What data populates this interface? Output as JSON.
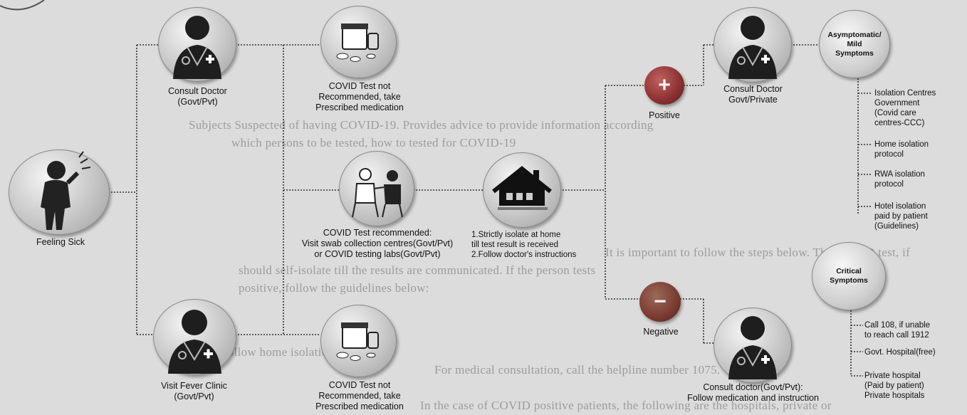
{
  "background_text": [
    "Subjects Suspected of having COVID-19. Provides advice to provide information according",
    "which persons to be tested, how to tested for COVID-19",
    "It is important to follow the steps below. The COVID test, if",
    "should self-isolate till the results are communicated. If the person tests",
    "positive, follow the guidelines below:",
    "Follow home isolation",
    "For medical consultation, call the helpline number 1075.",
    "In the case of COVID positive patients, the following are the hospitals, private or"
  ],
  "nodes": {
    "feeling_sick": "Feeling Sick",
    "consult_doctor": "Consult Doctor\n(Govt/Pvt)",
    "visit_fever_clinic": "Visit Fever Clinic\n(Govt/Pvt)",
    "test_not_recommended_top": "COVID Test not\nRecommended, take\nPrescribed medication",
    "test_recommended": "COVID Test recommended:\nVisit swab collection centres(Govt/Pvt)\nor COVID testing labs(Govt/Pvt)",
    "test_not_recommended_bottom": "COVID Test not\nRecommended, take\nPrescribed medication",
    "isolate_home": "1.Strictly isolate at home\ntill test result is received\n2.Follow doctor's instructions",
    "positive": "Positive",
    "negative": "Negative",
    "consult_doctor_private": "Consult Doctor\nGovt/Private",
    "consult_doctor_negative": "Consult doctor(Govt/Pvt):\nFollow medication and instruction",
    "asymptomatic": "Asymptomatic/\nMild\nSymptoms",
    "critical": "Critical\nSymptoms"
  },
  "mild_options": [
    "Isolation Centres\nGovernment\n(Covid care\ncentres-CCC)",
    "Home isolation\nprotocol",
    "RWA isolation\nprotocol",
    "Hotel isolation\npaid by patient\n(Guidelines)"
  ],
  "critical_options": [
    "Call 108, if unable\nto reach call 1912",
    "Govt. Hospital(free)",
    "Private hospital\n(Paid by patient)\nPrivate hospitals"
  ],
  "symbols": {
    "plus": "+",
    "minus": "−"
  },
  "colors": {
    "positive_sign": "#8a3030",
    "negative_sign": "#7a3a30",
    "line": "#333333"
  }
}
